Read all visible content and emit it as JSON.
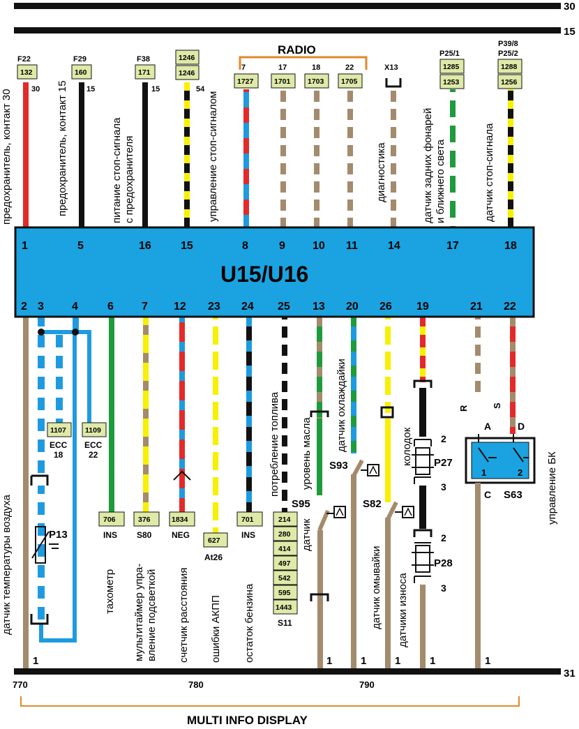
{
  "rails": {
    "top_30": "30",
    "top_15": "15",
    "bottom_31": "31"
  },
  "module": {
    "title": "U15/U16",
    "top_pins": [
      "1",
      "5",
      "16",
      "15",
      "8",
      "9",
      "10",
      "11",
      "14",
      "17",
      "18"
    ],
    "bottom_pins": [
      "2",
      "3",
      "4",
      "6",
      "7",
      "12",
      "23",
      "24",
      "25",
      "13",
      "20",
      "26",
      "19",
      "21",
      "22"
    ]
  },
  "radio": {
    "label": "RADIO",
    "pins": [
      "7",
      "17",
      "18",
      "22"
    ],
    "boxes": [
      "1727",
      "1701",
      "1703",
      "1705"
    ]
  },
  "fuses": {
    "f22": {
      "name": "F22",
      "box": "132",
      "contact": "30"
    },
    "f29": {
      "name": "F29",
      "box": "160",
      "contact": "15"
    },
    "f38": {
      "name": "F38",
      "box": "171",
      "contact": "15"
    }
  },
  "top_boxes": {
    "c15_a": "1246",
    "c15_b": "1246",
    "c15_pin": "54",
    "x13": "X13",
    "p25_name": "P25/1",
    "p25_a": "1285",
    "p25_b": "1253",
    "p39_name1": "P39/8",
    "p39_name2": "P25/2",
    "p39_a": "1288",
    "p39_b": "1256"
  },
  "top_labels": {
    "l1": "предохранитель, контакт 30",
    "l5": "предохранитель, контакт 15",
    "l16a": "питание стоп-сигнала",
    "l16b": "с предохранителя",
    "l15": "управление стоп-сигналом",
    "l14": "диагностика",
    "l17a": "датчик  задних фонарей",
    "l17b": "и ближнего света",
    "l18": "датчик  стоп-сигнала"
  },
  "bottom_labels": {
    "l2": "датчик температуры воздуха",
    "l6": "тахометр",
    "l7a": "мультитаймер упра-",
    "l7b": "вление подсветкой",
    "l12": "счетчик расстояния",
    "l23": "ошибки АКПП",
    "l24": "остаток бензина",
    "l25": "потребление топлива",
    "l13a": "уровень масла",
    "l13b": "датчик",
    "l20": "датчик  охлаждайки",
    "l26": "датчик омывайки",
    "l19a": "колодок",
    "l19b": "датчики износа",
    "l22": "управление БК"
  },
  "bottom_boxes": {
    "ecc18_box": "1107",
    "ecc18_a": "ECC",
    "ecc18_b": "18",
    "ecc22_box": "1109",
    "ecc22_a": "ECC",
    "ecc22_b": "22",
    "b6": "706",
    "b6_name": "INS",
    "b7": "376",
    "b7_name": "S80",
    "b12": "1834",
    "b12_name": "NEG",
    "b23": "627",
    "b23_name": "At26",
    "b24": "701",
    "b24_name": "INS",
    "s11": [
      "214",
      "280",
      "414",
      "497",
      "542",
      "595",
      "1443"
    ],
    "s11_name": "S11"
  },
  "components": {
    "p13": "P13",
    "s95": "S95",
    "s93": "S93",
    "s82": "S82",
    "p27": "P27",
    "p28": "P28",
    "s63": "S63",
    "r": "R",
    "s": "S",
    "a": "A",
    "d": "D",
    "c": "C",
    "one": "1",
    "two": "2",
    "three": "3"
  },
  "ground": {
    "pin": "1"
  },
  "footer": {
    "ticks": [
      "770",
      "780",
      "790"
    ],
    "title": "MULTI INFO DISPLAY"
  },
  "colors": {
    "module_fill": "#1aa3e0",
    "box_fill": "#dfe9a8",
    "brown": "#a38b6d",
    "red": "#e32a2a",
    "blue": "#1e9be0",
    "green": "#1f9b3e",
    "yellow": "#f7f000",
    "orange": "#e08a2a"
  }
}
